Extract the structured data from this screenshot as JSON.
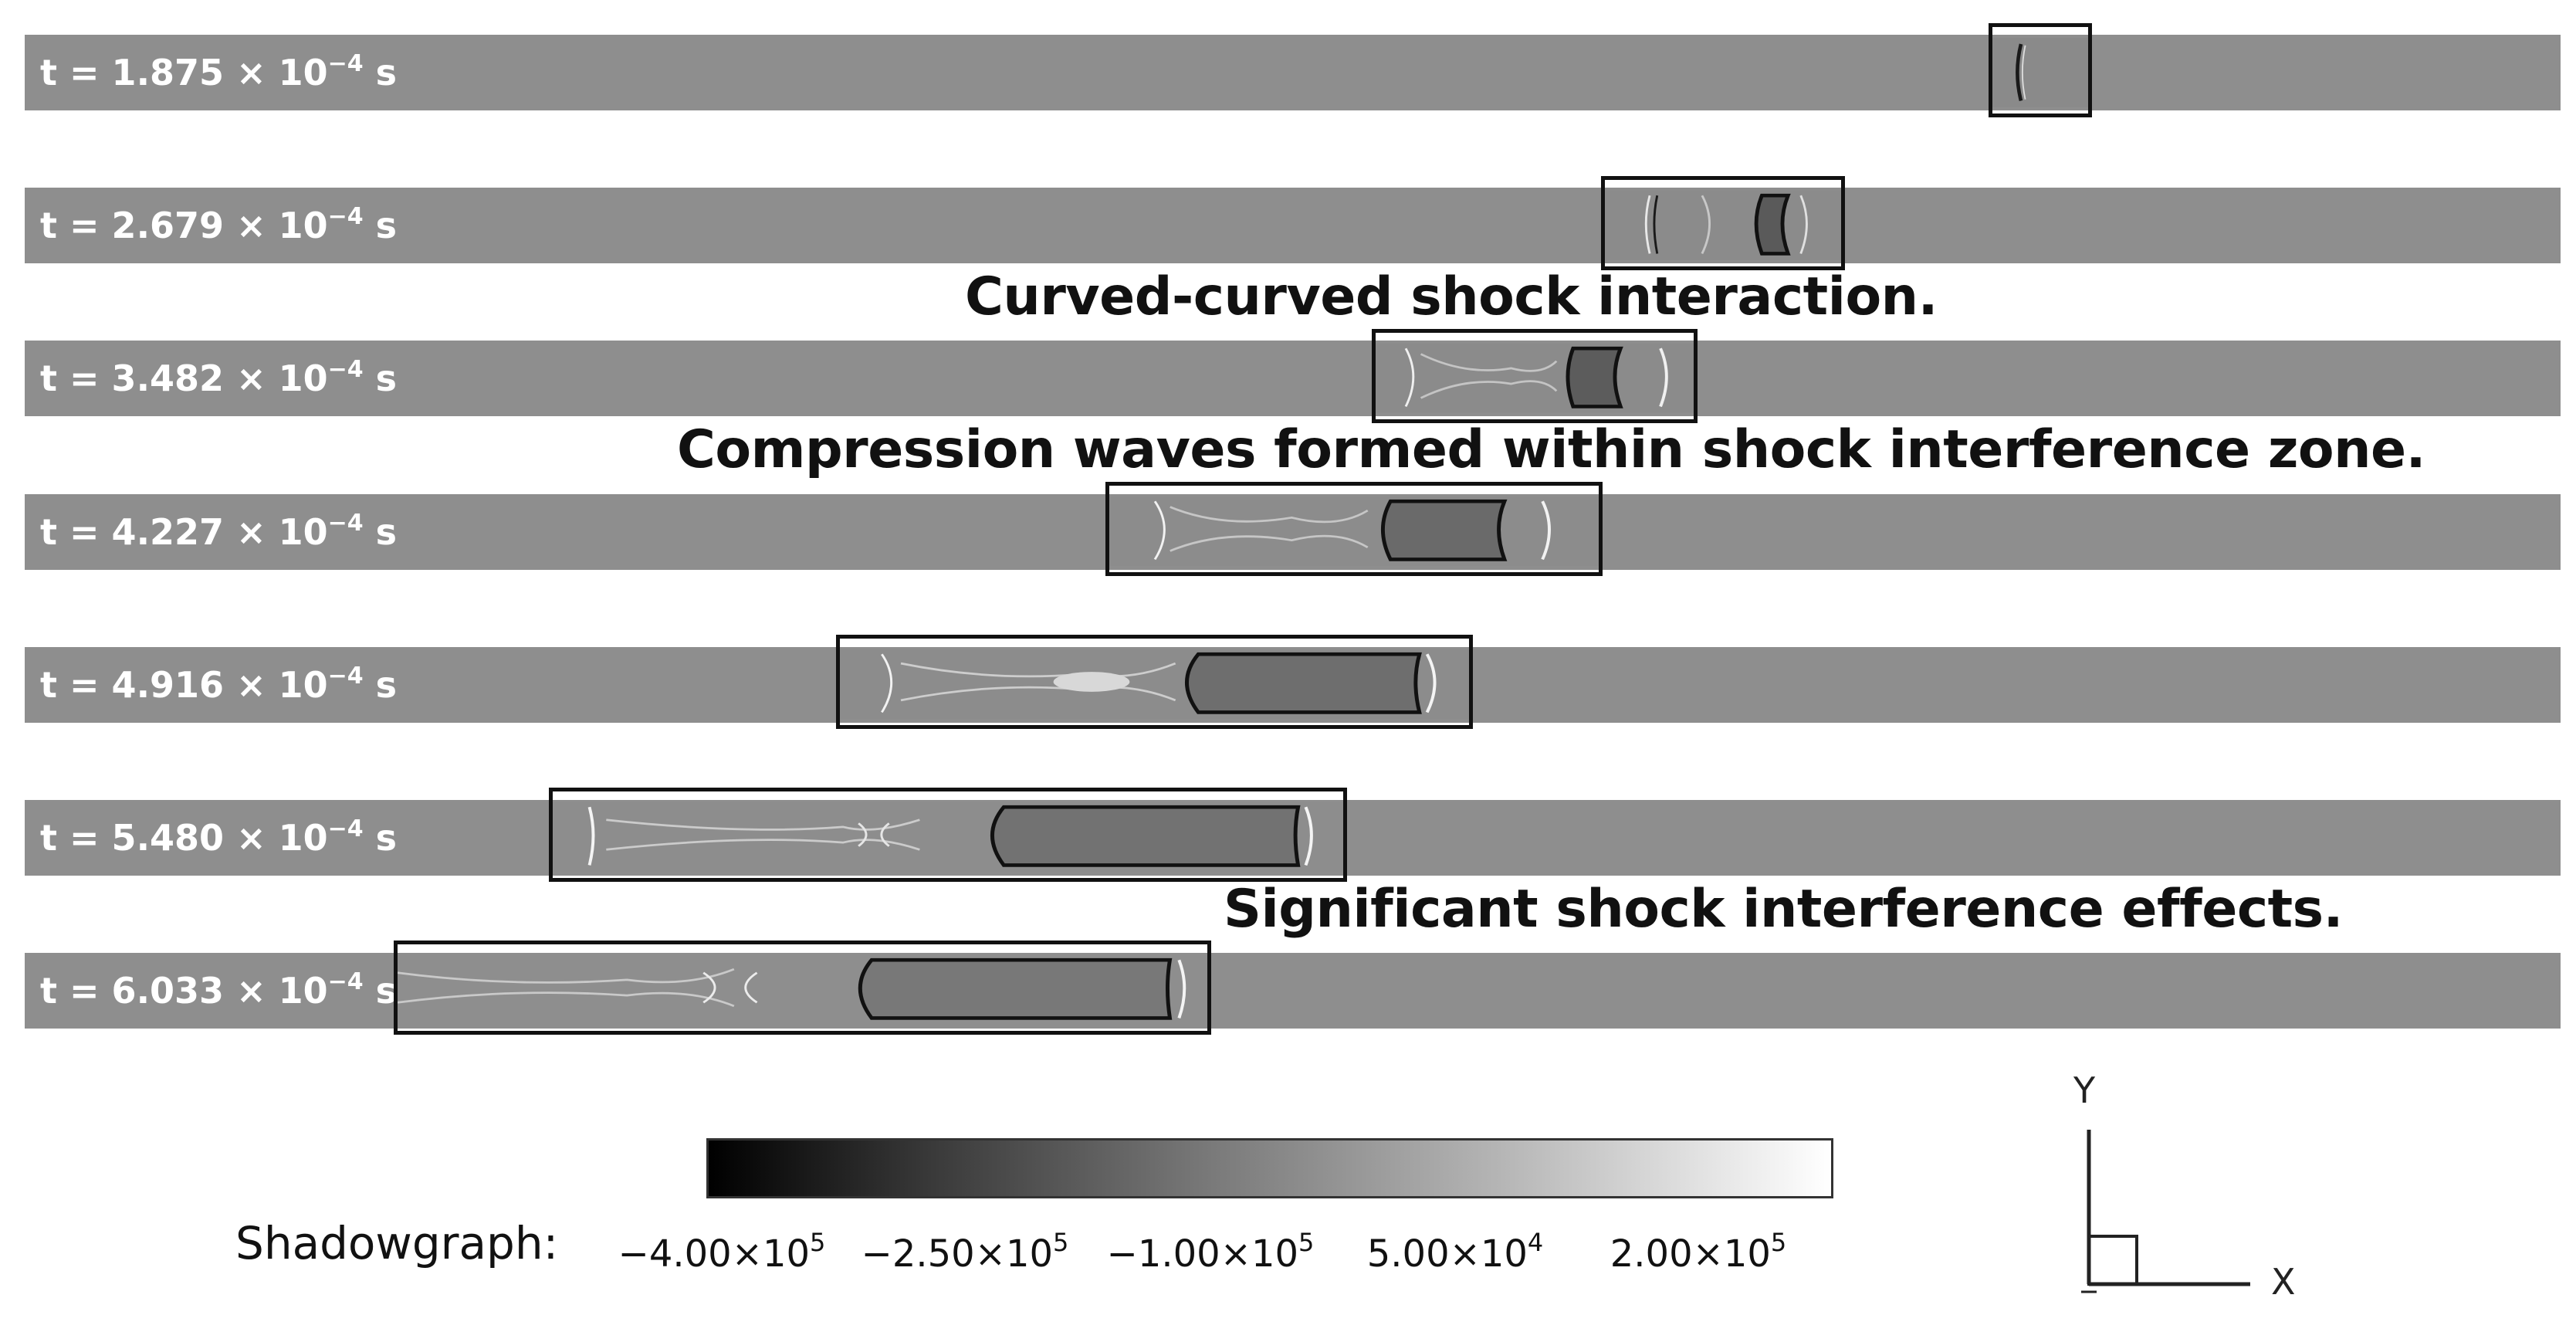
{
  "time_labels": [
    {
      "prefix": "t = 1.875 × 10",
      "exp": "−4",
      "unit": " s"
    },
    {
      "prefix": "t = 2.679 × 10",
      "exp": "−4",
      "unit": " s"
    },
    {
      "prefix": "t = 3.482 × 10",
      "exp": "−4",
      "unit": " s"
    },
    {
      "prefix": "t = 4.227 × 10",
      "exp": "−4",
      "unit": " s"
    },
    {
      "prefix": "t = 4.916 × 10",
      "exp": "−4",
      "unit": " s"
    },
    {
      "prefix": "t = 5.480 × 10",
      "exp": "−4",
      "unit": " s"
    },
    {
      "prefix": "t = 6.033 × 10",
      "exp": "−4",
      "unit": " s"
    }
  ],
  "annotations": {
    "a1": "Curved-curved shock interaction.",
    "a2": "Compression waves formed within shock interference zone.",
    "a3": "Significant shock interference effects."
  },
  "colorbar": {
    "label": "Shadowgraph:",
    "ticks": [
      {
        "base": "−4.00×10",
        "exp": "5"
      },
      {
        "base": "−2.50×10",
        "exp": "5"
      },
      {
        "base": "−1.00×10",
        "exp": "5"
      },
      {
        "base": "5.00×10",
        "exp": "4"
      },
      {
        "base": "2.00×10",
        "exp": "5"
      }
    ],
    "colors": {
      "min": "#000000",
      "max": "#ffffff"
    }
  },
  "axes": {
    "y": "Y",
    "x": "X"
  },
  "colors": {
    "strip": "#8e8e8e",
    "box": "#111111",
    "label": "#ffffff"
  }
}
